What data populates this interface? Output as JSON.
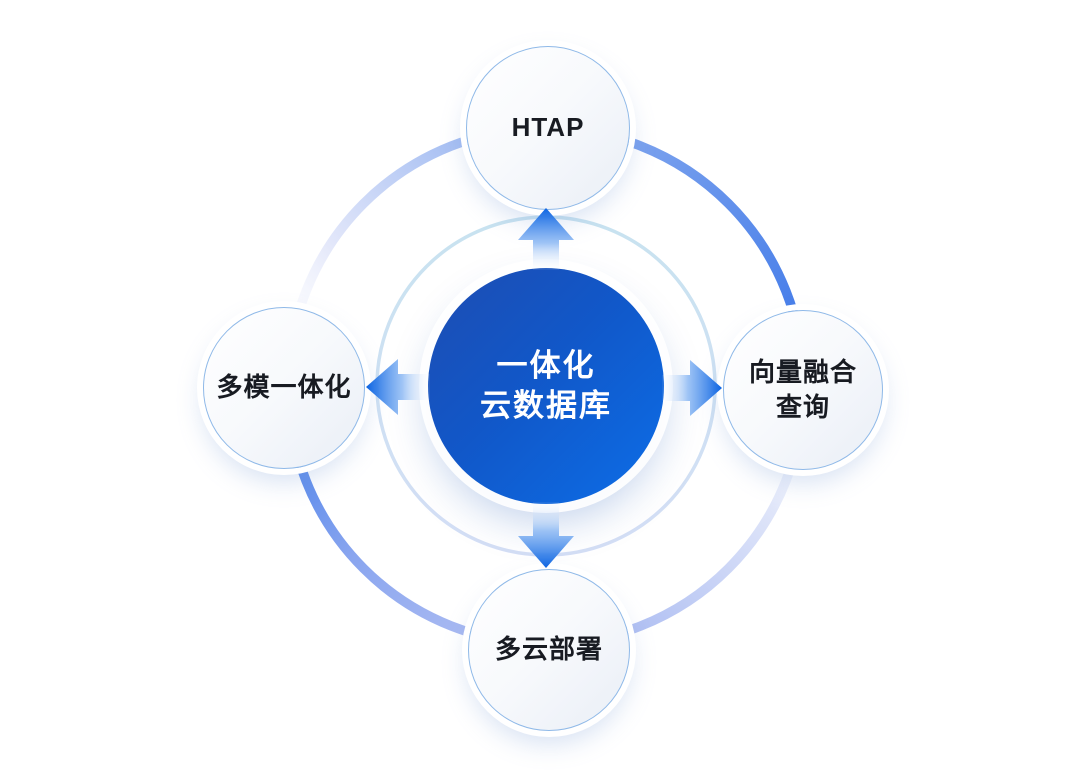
{
  "diagram": {
    "background_color": "#FFFFFF",
    "center": {
      "label": "一体化\n云数据库",
      "gradient_start": "#1E4DB2",
      "gradient_end": "#0C6EE8",
      "text_color": "#FFFFFF"
    },
    "nodes": [
      {
        "id": "htap",
        "position": "top",
        "label": "HTAP"
      },
      {
        "id": "vector-query",
        "position": "right",
        "label": "向量融合\n查询"
      },
      {
        "id": "multi-cloud",
        "position": "bottom",
        "label": "多云部署"
      },
      {
        "id": "multi-model",
        "position": "left",
        "label": "多模一体化"
      }
    ],
    "arrows": {
      "directions": [
        "up",
        "right",
        "down",
        "left"
      ],
      "head_color": "#0C64E2",
      "fade_color": "#8EBAF4"
    },
    "rings": {
      "outer_strong_color": "#3B76E8",
      "outer_light_color": "#B7C3F3",
      "inner_color": "#C9E3F0"
    },
    "node_style": {
      "border_color": "#8FB9E8",
      "fill_top": "#FFFFFF",
      "fill_bottom": "#E9EEF6",
      "text_color": "#181B22"
    }
  }
}
